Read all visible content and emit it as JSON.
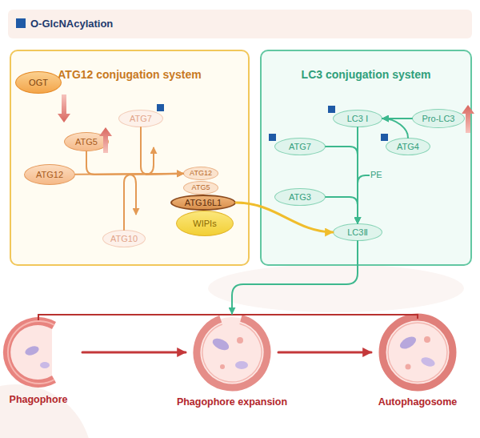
{
  "diagram": {
    "nodes": [
      {
        "text": [
          "ATG12 conjugation system"
        ]
      },
      {
        "text": [
          "OGT"
        ],
        "in": 0
      },
      {
        "text": [
          "ATG5"
        ],
        "in": 0
      },
      {
        "text": [
          "ATG7"
        ],
        "in": 0
      },
      {
        "text": [
          "ATG12"
        ],
        "in": 0
      },
      {
        "text": [
          "ATG10"
        ],
        "in": 0
      },
      {
        "text": [
          "ATG12"
        ],
        "in": 0
      },
      {
        "text": [
          "ATG5"
        ],
        "in": 0
      },
      {
        "text": [
          "ATG16L1"
        ],
        "in": 0
      },
      {
        "text": [
          "WIPIs"
        ],
        "in": 0
      },
      {
        "text": [
          "LC3 conjugation system"
        ]
      },
      {
        "text": [
          "LC3 Ⅰ"
        ],
        "in": 10
      },
      {
        "text": [
          "Pro-LC3"
        ],
        "in": 10
      },
      {
        "text": [
          "ATG7"
        ],
        "in": 10
      },
      {
        "text": [
          "ATG4"
        ],
        "in": 10
      },
      {
        "text": [
          "ATG3"
        ],
        "in": 10
      },
      {
        "text": [
          "LC3Ⅱ"
        ],
        "in": 10
      },
      {
        "text": [
          "Phagophore"
        ]
      },
      {
        "text": [
          "Phagophore expansion"
        ]
      },
      {
        "text": [
          "Autophagosome"
        ]
      }
    ],
    "edges": [
      {
        "from": 4,
        "to": 6,
        "arrow": "to"
      },
      {
        "from": 2,
        "to": 6,
        "arrow": "to"
      },
      {
        "from": 3,
        "to": 6,
        "arrow": "to"
      },
      {
        "from": 5,
        "to": 6,
        "arrow": "to"
      },
      {
        "from": 8,
        "to": 16,
        "arrow": "to"
      },
      {
        "from": 12,
        "to": 11,
        "arrow": "to"
      },
      {
        "from": 14,
        "to": 11,
        "arrow": "to"
      },
      {
        "from": 11,
        "to": 16,
        "arrow": "to"
      },
      {
        "from": 13,
        "to": 16,
        "arrow": "to"
      },
      {
        "from": 15,
        "to": 16,
        "arrow": "to"
      },
      {
        "from": 16,
        "to": 18,
        "arrow": "to"
      },
      {
        "from": 17,
        "to": 18,
        "arrow": "to"
      },
      {
        "from": 18,
        "to": 19,
        "arrow": "to"
      }
    ],
    "labels": [
      "PE"
    ],
    "legend": [
      {
        "text": "O-GlcNAcylation",
        "color": "#1f5aa6"
      }
    ]
  }
}
